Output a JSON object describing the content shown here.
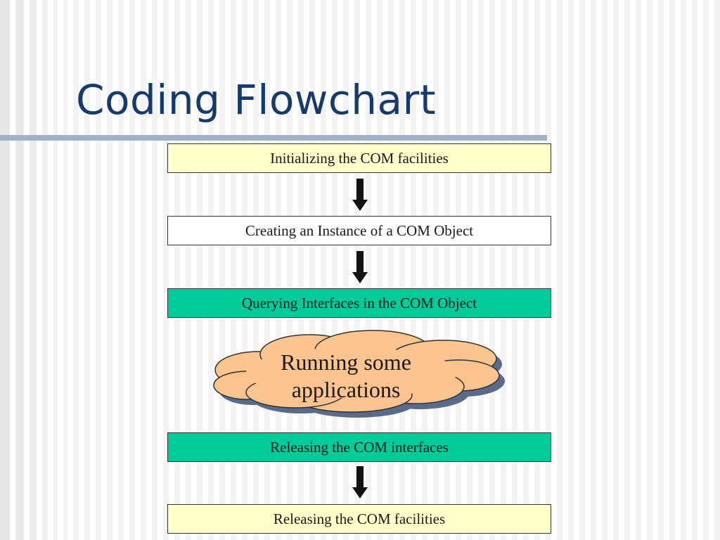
{
  "slide": {
    "title": "Coding Flowchart"
  },
  "colors": {
    "title": "#163a6b",
    "title_rule": "#9fb3c8",
    "box_cream": "#ffffcc",
    "box_white": "#ffffff",
    "box_green": "#00cc99",
    "cloud_fill": "#f9c48f",
    "cloud_shadow": "#5a6a8a",
    "arrow": "#111111"
  },
  "flowchart": {
    "steps": [
      {
        "label": "Initializing the COM facilities",
        "fill": "#ffffcc"
      },
      {
        "label": "Creating an Instance of a COM Object",
        "fill": "#ffffff"
      },
      {
        "label": "Querying Interfaces in the COM Object",
        "fill": "#00cc99"
      },
      {
        "label": "Running some applications",
        "shape": "cloud",
        "fill": "#f9c48f"
      },
      {
        "label": "Releasing the COM interfaces",
        "fill": "#00cc99"
      },
      {
        "label": "Releasing the COM facilities",
        "fill": "#ffffcc"
      }
    ],
    "arrows": [
      {
        "from": 0,
        "to": 1,
        "icon": "down-arrow-icon"
      },
      {
        "from": 1,
        "to": 2,
        "icon": "down-arrow-icon"
      },
      {
        "from": 4,
        "to": 5,
        "icon": "down-arrow-icon"
      }
    ]
  }
}
